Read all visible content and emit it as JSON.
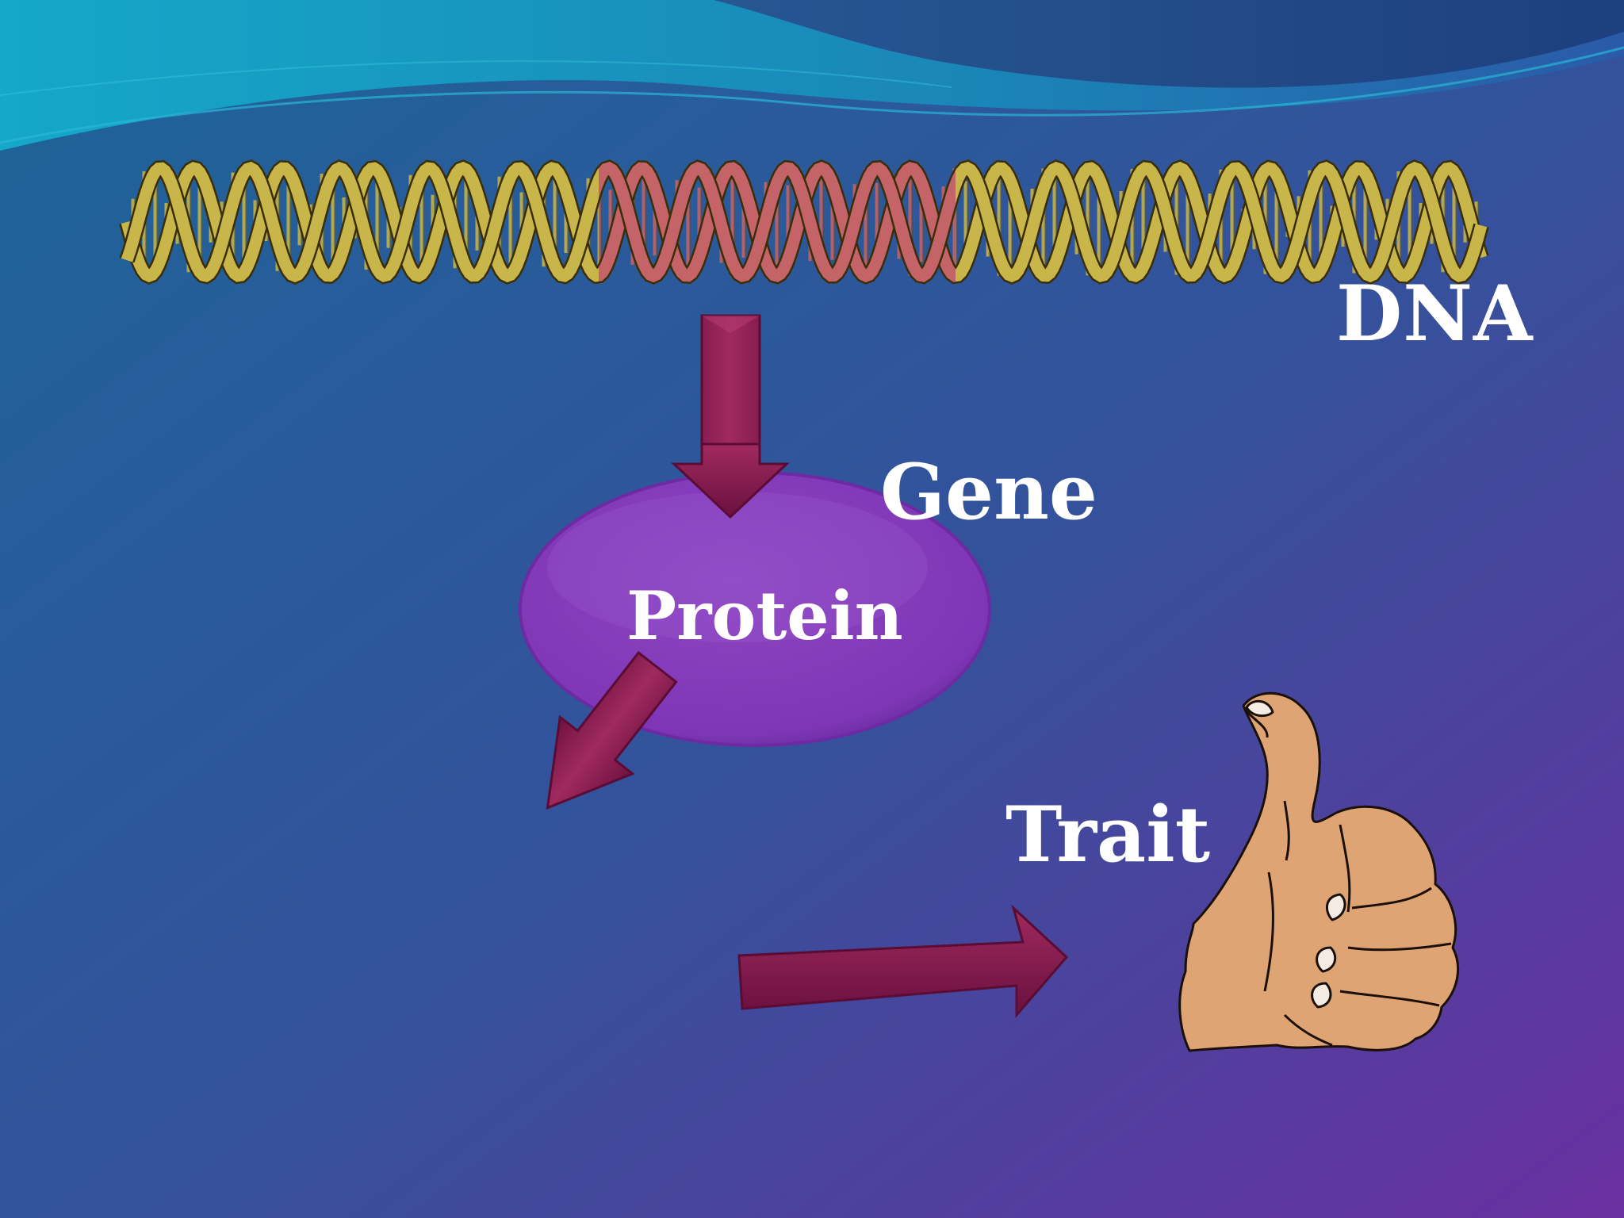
{
  "slide": {
    "labels": {
      "dna": "DNA",
      "gene": "Gene",
      "protein": "Protein",
      "trait": "Trait"
    }
  },
  "colors": {
    "background_start": "#1e5f96",
    "background_end": "#6a2fa0",
    "wave_light": "#1aa6c8",
    "dna_strand": "#c8b64a",
    "dna_gene_segment": "#c46468",
    "arrow": "#8a1a4e",
    "protein_blob": "#8a42c0",
    "hand_skin": "#dfa474",
    "label_text": "#ffffff"
  },
  "icons": [
    "dna-helix-icon",
    "down-arrow-icon",
    "down-left-arrow-icon",
    "right-arrow-icon",
    "thumbs-up-hand-icon"
  ]
}
